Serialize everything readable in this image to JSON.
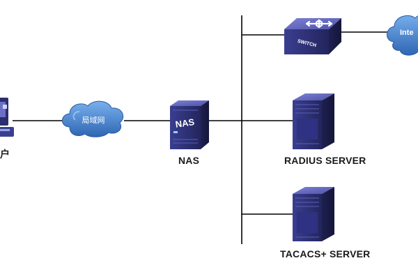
{
  "labels": {
    "client": "户",
    "lan_cloud": "局域网",
    "nas_device": "NAS",
    "nas": "NAS",
    "switch": "SWITCH",
    "internet_cloud": "Inte",
    "radius_server": "RADIUS SERVER",
    "tacacs_server": "TACACS+ SERVER"
  },
  "colors": {
    "line": "#000000",
    "device_dark": "#2b2d6e",
    "device_mid": "#3b3f8f",
    "device_light": "#6b70c4",
    "cloud": "#3f78c2",
    "cloud_light": "#6ea6e6",
    "label": "#1a1a1a"
  },
  "icons": [
    "client-computer-icon",
    "cloud-icon",
    "nas-icon",
    "switch-icon",
    "server-icon"
  ]
}
